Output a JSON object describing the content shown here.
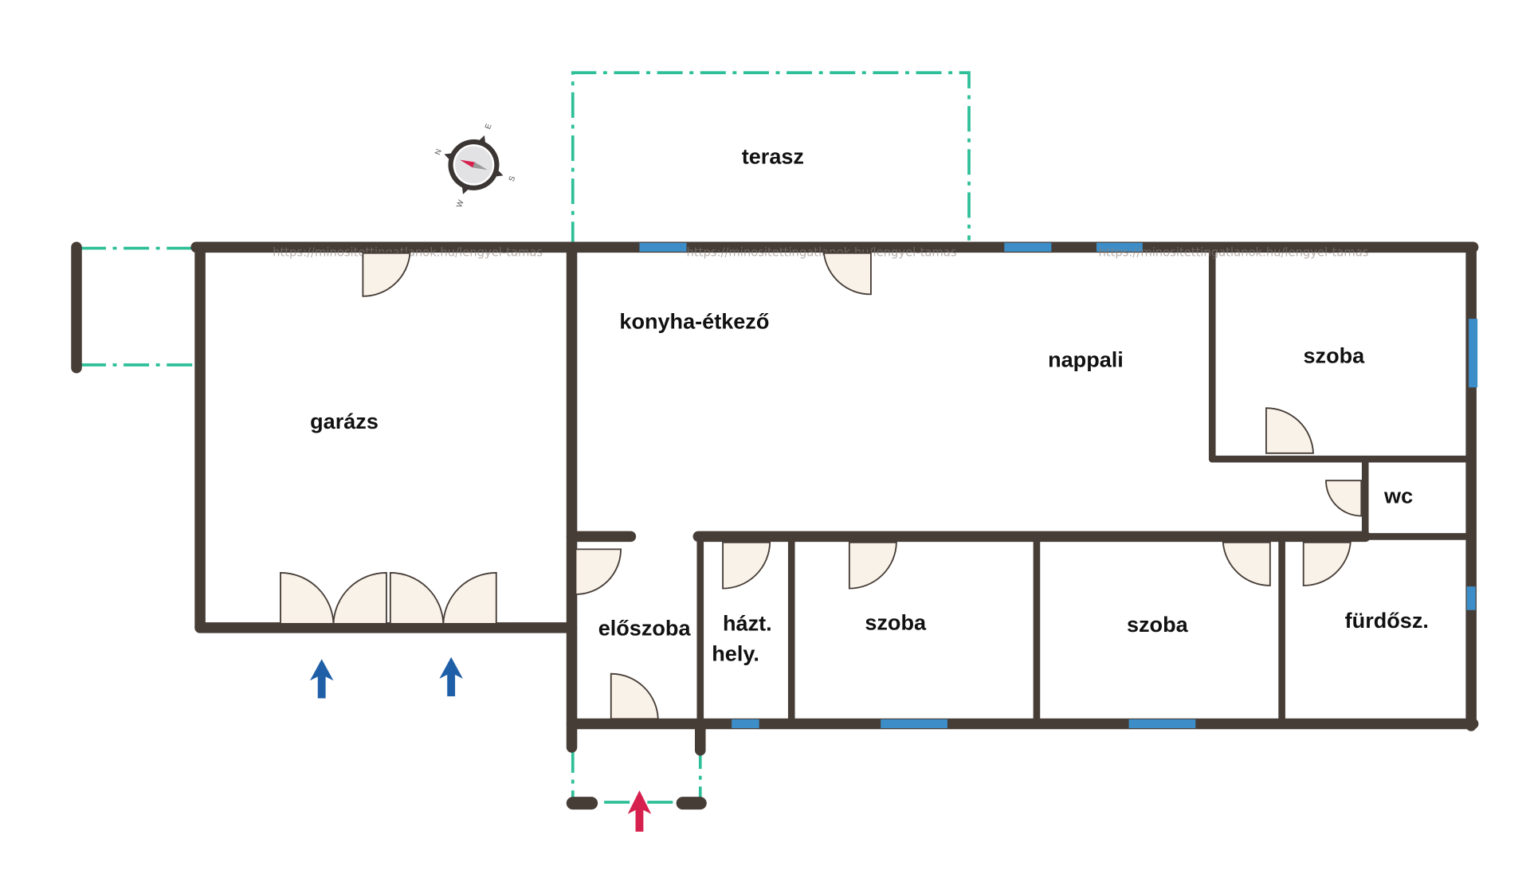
{
  "plan": {
    "watermark": "https://minositettingatlanok.hu/lengyel-tamas",
    "compass": {
      "n": "N",
      "e": "E",
      "s": "S",
      "w": "W"
    },
    "rooms": {
      "terasz": "terasz",
      "konyha": "konyha-étkező",
      "nappali": "nappali",
      "szoba1": "szoba",
      "garazs": "garázs",
      "wc": "wc",
      "eloszoba": "előszoba",
      "haztartasi_1": "házt.",
      "haztartasi_2": "hely.",
      "szoba2": "szoba",
      "szoba3": "szoba",
      "furdo": "fürdősz."
    },
    "colors": {
      "wall": "#473d37",
      "window": "#3d8ec8",
      "outline": "#2dbf98",
      "entry_arrow": "#d6204e",
      "garage_arrow": "#1f5fa8"
    }
  }
}
